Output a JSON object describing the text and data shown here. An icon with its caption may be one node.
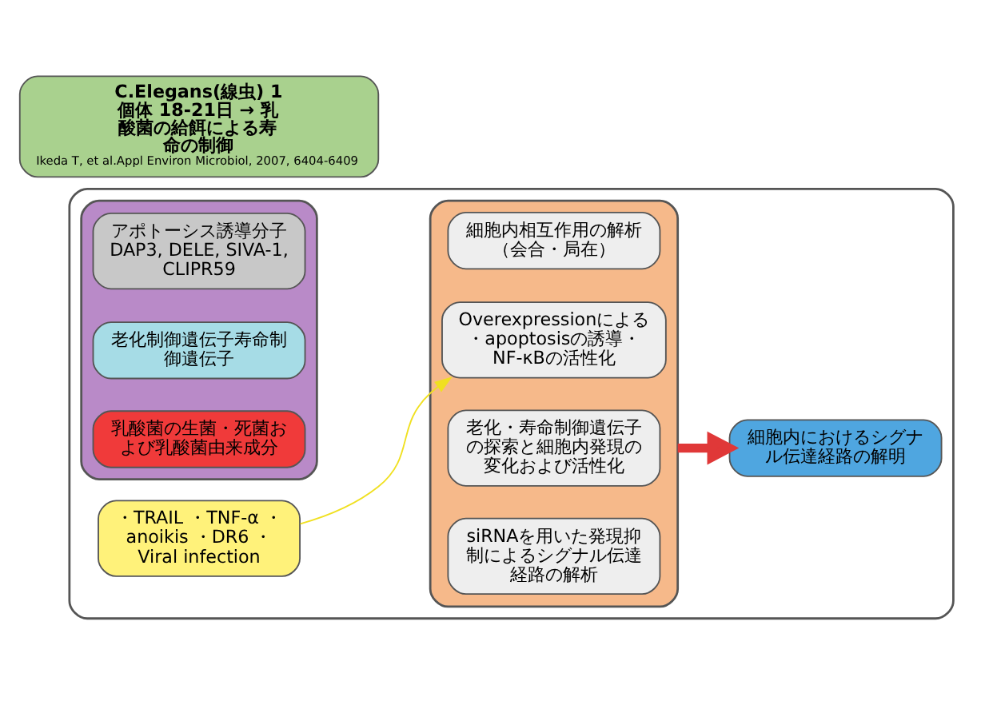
{
  "diagram": {
    "nodes": [
      {
        "text": [],
        "shape": "box"
      },
      {
        "text": [
          "C.Elegans(線虫) 1個体 18-21日 → 乳酸菌の給餌による寿命の制御",
          "Ikeda T, et al.Appl Environ Microbiol, 2007, 6404-6409"
        ]
      },
      {
        "text": [],
        "shape": "box",
        "in": 0
      },
      {
        "text": [
          "アポトーシス誘導分子 DAP3, DELE, SIVA-1, CLIPR59"
        ],
        "in": 2
      },
      {
        "text": [
          "老化制御遺伝子寿命制御遺伝子"
        ],
        "in": 2
      },
      {
        "text": [
          "乳酸菌の生菌・死菌および乳酸菌由来成分"
        ],
        "in": 2
      },
      {
        "text": [],
        "shape": "box",
        "in": 0
      },
      {
        "text": [
          "細胞内相互作用の解析（会合・局在）"
        ],
        "in": 6
      },
      {
        "text": [
          "Overexpressionによる・apoptosisの誘導・NF-κBの活性化"
        ],
        "in": 6
      },
      {
        "text": [
          "老化・寿命制御遺伝子の探索と細胞内発現の変化および活性化"
        ],
        "in": 6
      },
      {
        "text": [
          "siRNAを用いた発現抑制によるシグナル伝達経路の解析"
        ],
        "in": 6
      },
      {
        "text": [
          "・TRAIL ・TNF-α ・anoikis ・DR6 ・Viral infection"
        ],
        "in": 0
      },
      {
        "text": [
          "細胞内におけるシグナル伝達経路の解明"
        ],
        "in": 0
      }
    ],
    "edges": [
      {
        "from": 11,
        "to": 8,
        "arrow": "to",
        "color": "#f0e020"
      },
      {
        "from": 6,
        "to": 12,
        "arrow": "to",
        "style": "thick",
        "color": "#e03838"
      }
    ]
  }
}
